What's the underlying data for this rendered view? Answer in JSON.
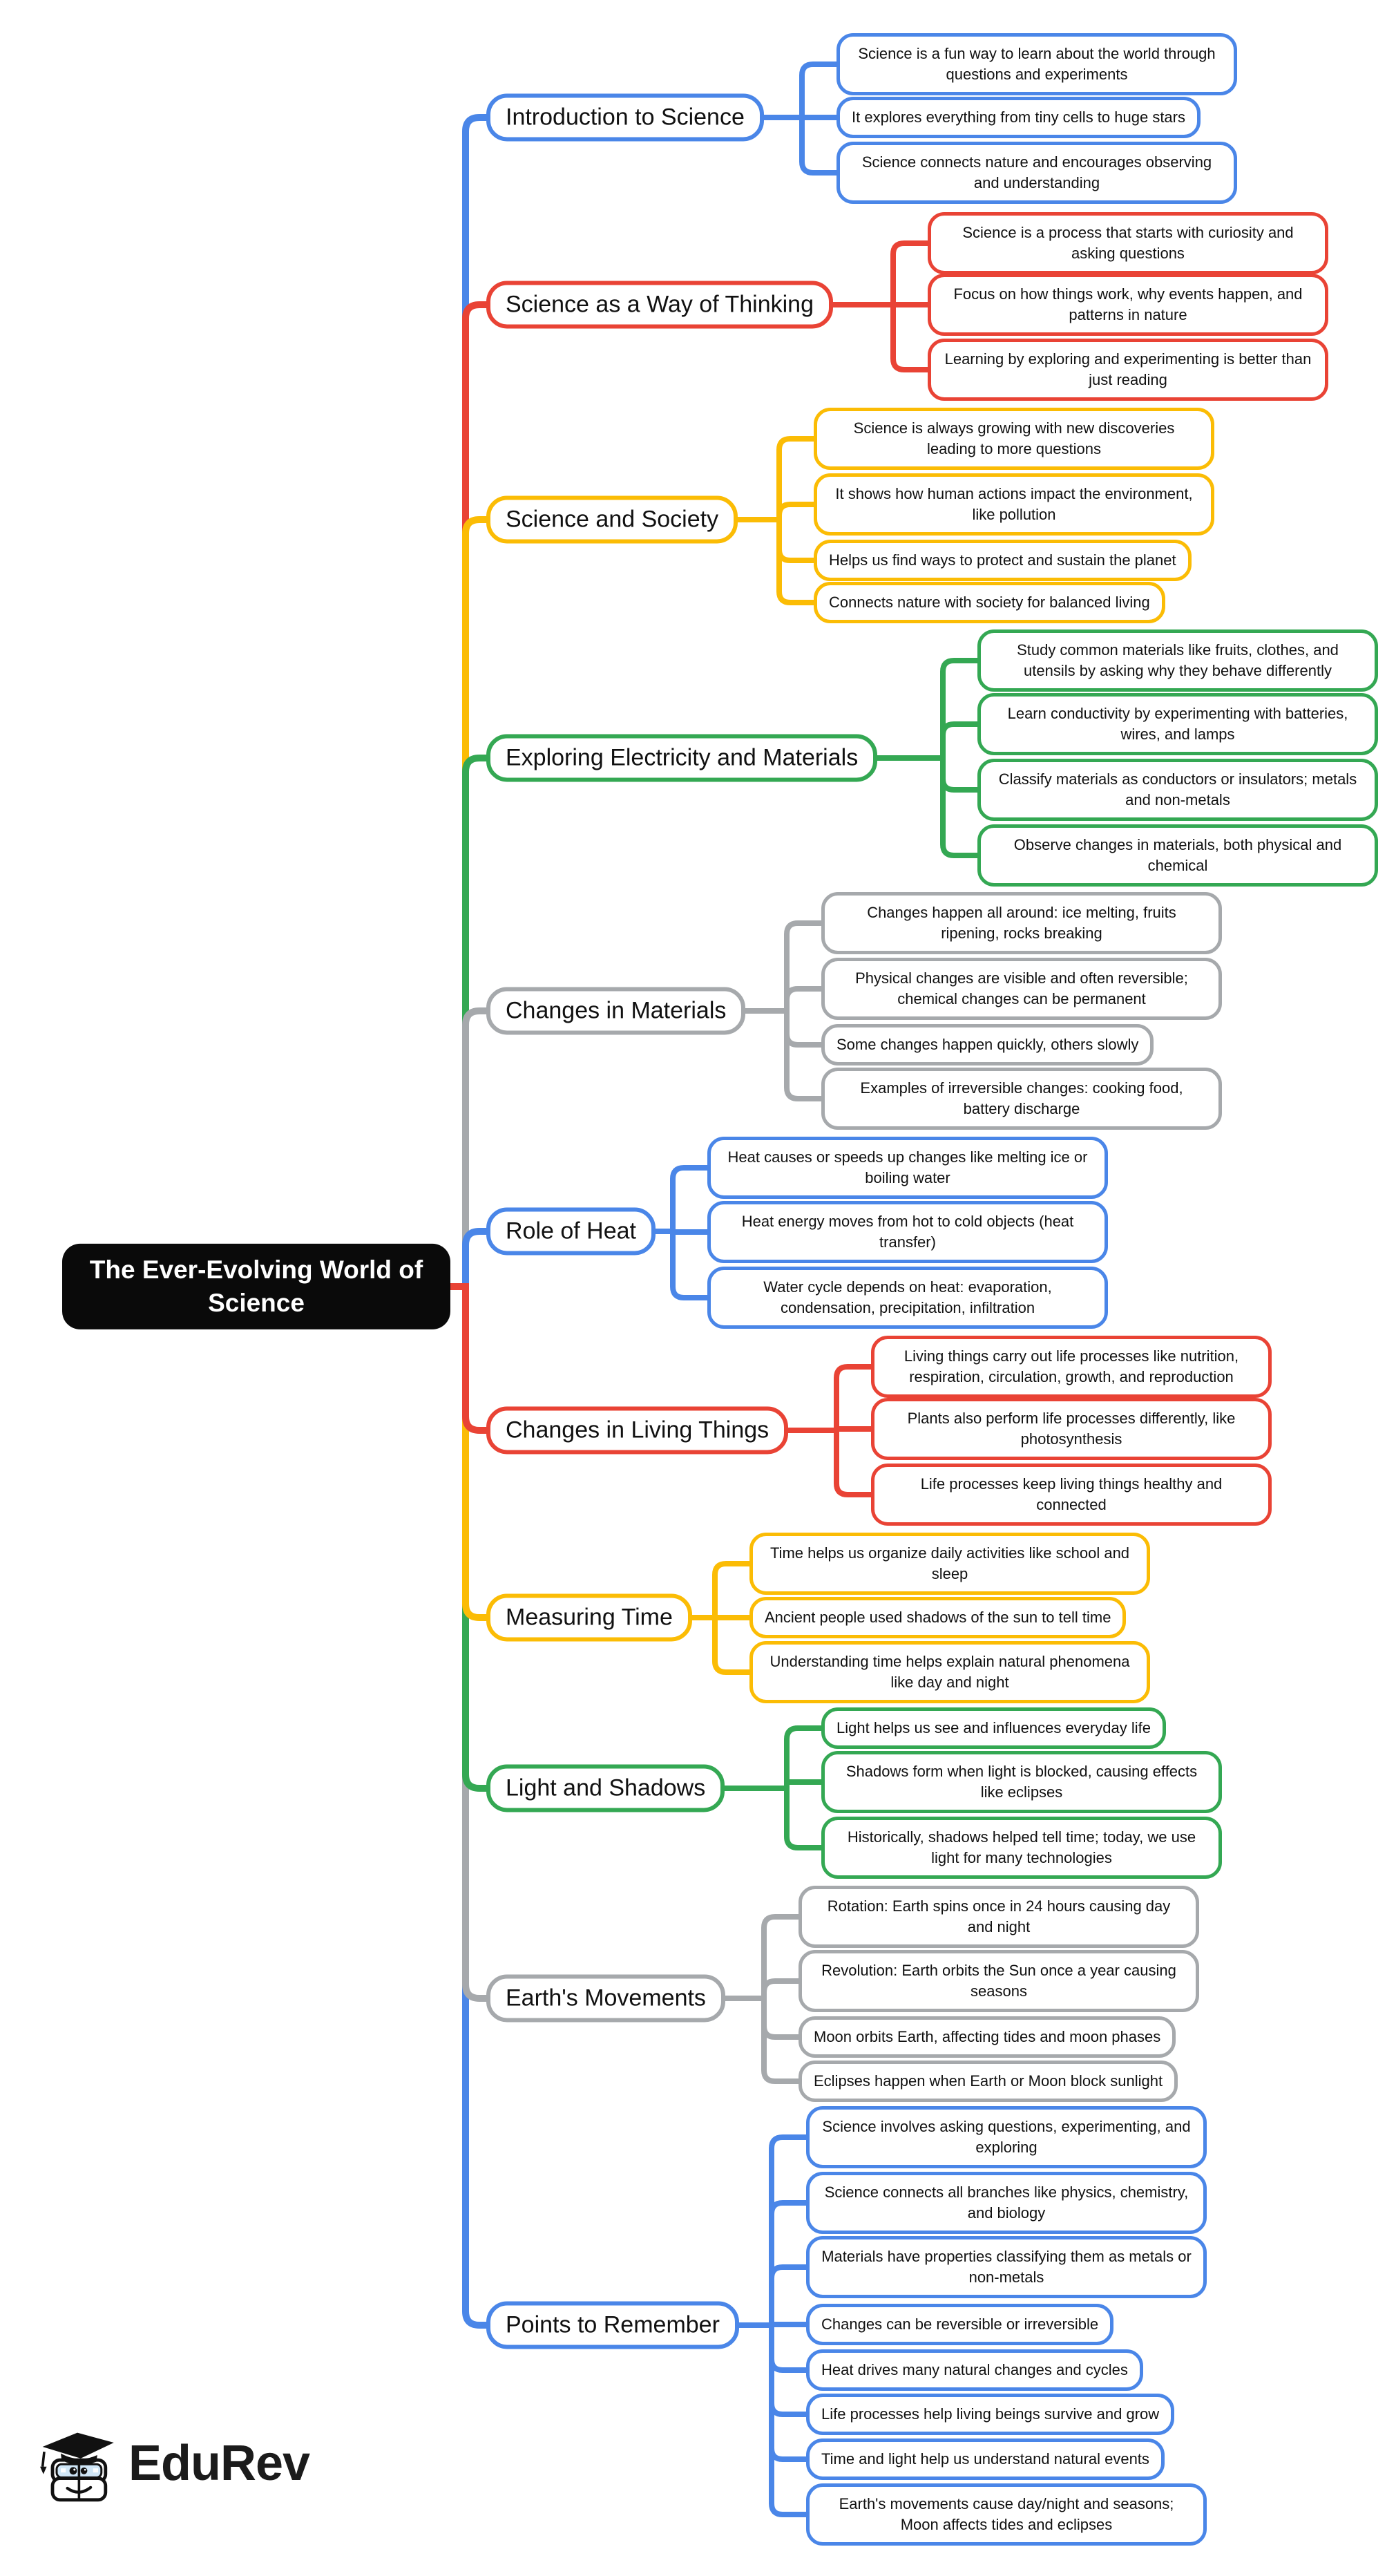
{
  "root": {
    "label": "The Ever-Evolving World of Science",
    "bg_color": "#0a0a0a",
    "text_color": "#ffffff"
  },
  "palette": {
    "blue": "#4a86e8",
    "red": "#e94335",
    "yellow": "#fbbc05",
    "green": "#34a853",
    "gray": "#a6a9ac"
  },
  "branches": [
    {
      "label": "Introduction to Science",
      "color": "#4a86e8",
      "leaves": [
        {
          "text": "Science is a fun way to learn about the world through questions and experiments"
        },
        {
          "text": "It explores everything from tiny cells to huge stars"
        },
        {
          "text": "Science connects nature and encourages observing and understanding"
        }
      ]
    },
    {
      "label": "Science as a Way of Thinking",
      "color": "#e94335",
      "leaves": [
        {
          "text": "Science is a process that starts with curiosity and asking questions"
        },
        {
          "text": "Focus on how things work, why events happen, and patterns in nature"
        },
        {
          "text": "Learning by exploring and experimenting is better than just reading"
        }
      ]
    },
    {
      "label": "Science and Society",
      "color": "#fbbc05",
      "leaves": [
        {
          "text": "Science is always growing with new discoveries leading to more questions"
        },
        {
          "text": "It shows how human actions impact the environment, like pollution"
        },
        {
          "text": "Helps us find ways to protect and sustain the planet"
        },
        {
          "text": "Connects nature with society for balanced living"
        }
      ]
    },
    {
      "label": "Exploring Electricity and Materials",
      "color": "#34a853",
      "leaves": [
        {
          "text": "Study common materials like fruits, clothes, and utensils by asking why they behave differently"
        },
        {
          "text": "Learn conductivity by experimenting with batteries, wires, and lamps"
        },
        {
          "text": "Classify materials as conductors or insulators; metals and non-metals"
        },
        {
          "text": "Observe changes in materials, both physical and chemical"
        }
      ]
    },
    {
      "label": "Changes in Materials",
      "color": "#a6a9ac",
      "leaves": [
        {
          "text": "Changes happen all around: ice melting, fruits ripening, rocks breaking"
        },
        {
          "text": "Physical changes are visible and often reversible; chemical changes can be permanent"
        },
        {
          "text": "Some changes happen quickly, others slowly"
        },
        {
          "text": "Examples of irreversible changes: cooking food, battery discharge"
        }
      ]
    },
    {
      "label": "Role of Heat",
      "color": "#4a86e8",
      "leaves": [
        {
          "text": "Heat causes or speeds up changes like melting ice or boiling water"
        },
        {
          "text": "Heat energy moves from hot to cold objects (heat transfer)"
        },
        {
          "text": "Water cycle depends on heat: evaporation, condensation, precipitation, infiltration"
        }
      ]
    },
    {
      "label": "Changes in Living Things",
      "color": "#e94335",
      "leaves": [
        {
          "text": "Living things carry out life processes like nutrition, respiration, circulation, growth, and reproduction"
        },
        {
          "text": "Plants also perform life processes differently, like photosynthesis"
        },
        {
          "text": "Life processes keep living things healthy and connected"
        }
      ]
    },
    {
      "label": "Measuring Time",
      "color": "#fbbc05",
      "leaves": [
        {
          "text": "Time helps us organize daily activities like school and sleep"
        },
        {
          "text": "Ancient people used shadows of the sun to tell time"
        },
        {
          "text": "Understanding time helps explain natural phenomena like day and night"
        }
      ]
    },
    {
      "label": "Light and Shadows",
      "color": "#34a853",
      "leaves": [
        {
          "text": "Light helps us see and influences everyday life"
        },
        {
          "text": "Shadows form when light is blocked, causing effects like eclipses"
        },
        {
          "text": "Historically, shadows helped tell time; today, we use light for many technologies"
        }
      ]
    },
    {
      "label": "Earth's Movements",
      "color": "#a6a9ac",
      "leaves": [
        {
          "text": "Rotation: Earth spins once in 24 hours causing day and night"
        },
        {
          "text": "Revolution: Earth orbits the Sun once a year causing seasons"
        },
        {
          "text": "Moon orbits Earth, affecting tides and moon phases"
        },
        {
          "text": "Eclipses happen when Earth or Moon block sunlight"
        }
      ]
    },
    {
      "label": "Points to Remember",
      "color": "#4a86e8",
      "leaves": [
        {
          "text": "Science involves asking questions, experimenting, and exploring"
        },
        {
          "text": "Science connects all branches like physics, chemistry, and biology"
        },
        {
          "text": "Materials have properties classifying them as metals or non-metals"
        },
        {
          "text": "Changes can be reversible or irreversible"
        },
        {
          "text": "Heat drives many natural changes and cycles"
        },
        {
          "text": "Life processes help living beings survive and grow"
        },
        {
          "text": "Time and light help us understand natural events"
        },
        {
          "text": "Earth's movements cause day/night and seasons; Moon affects tides and eclipses"
        }
      ]
    }
  ],
  "footer": {
    "brand": "EduRev",
    "logo_icon": "edurev-graduation-cap-mascot"
  }
}
